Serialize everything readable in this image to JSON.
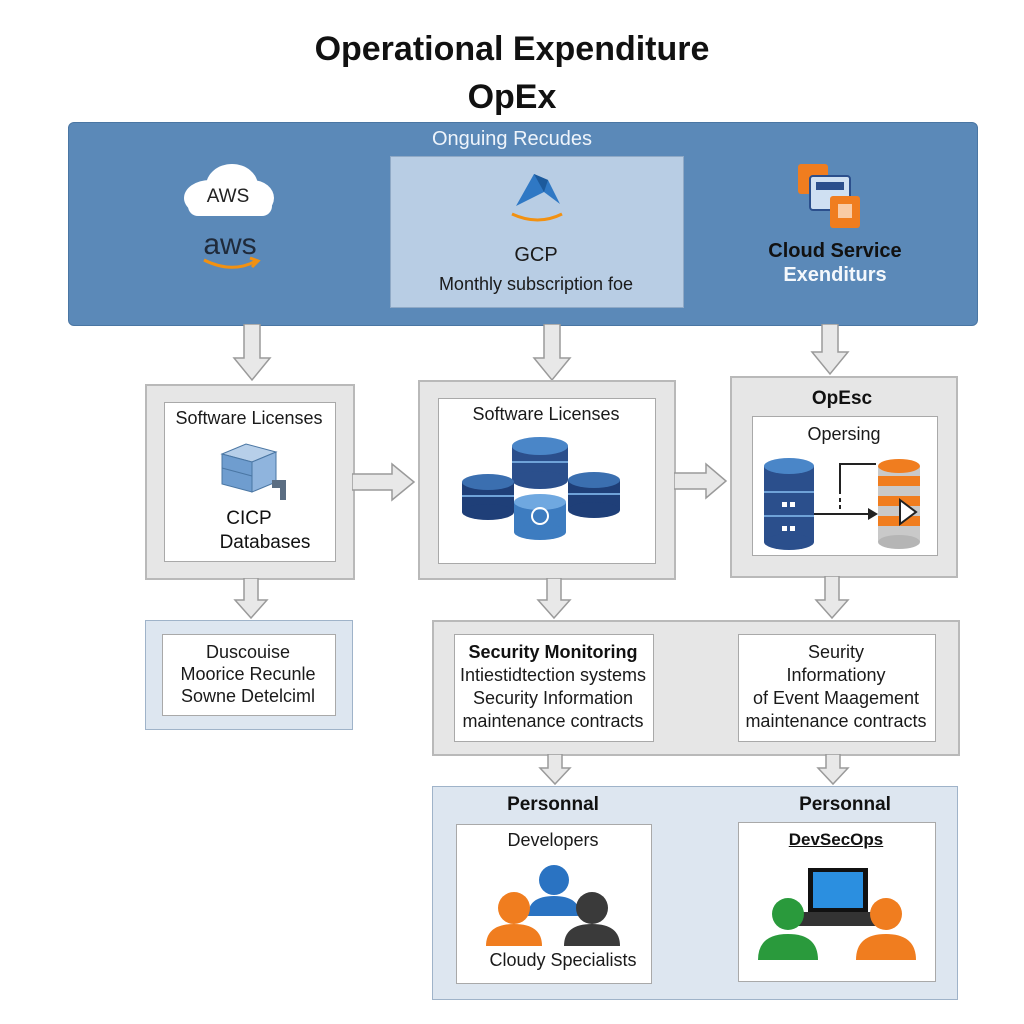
{
  "title": {
    "line1": "Operational Expenditure",
    "line2": "OpEx"
  },
  "top": {
    "header": "Onguing Recudes",
    "aws_cloud_label": "AWS",
    "aws_logo_text": "aws",
    "gcp_label": "GCP",
    "gcp_sub": "Monthly subscription foe",
    "cloud_service_line1": "Cloud Service",
    "cloud_service_line2": "Exenditurs"
  },
  "row2": {
    "left": {
      "top_label": "Software Licenses",
      "bottom_line1": "CICP",
      "bottom_line2": "Databases"
    },
    "middle": {
      "label": "Software Licenses"
    },
    "right": {
      "outer_label": "OpEsc",
      "inner_label": "Opersing"
    }
  },
  "row3": {
    "left": {
      "line1": "Duscouise",
      "line2": "Moorice Recunle",
      "line3": "Sowne Detelciml"
    },
    "middle": {
      "title": "Security Monitoring",
      "line1": "Intiestidtection systems",
      "line2": "Security Information",
      "line3": "maintenance contracts"
    },
    "right": {
      "line1": "Seurity",
      "line2": "Informationy",
      "line3": "of Event Maagement",
      "line4": "maintenance contracts"
    }
  },
  "row4": {
    "left": {
      "header": "Personnal",
      "label": "Developers",
      "footer": "Cloudy Specialists"
    },
    "right": {
      "header": "Personnal",
      "label": "DevSecOps"
    }
  },
  "colors": {
    "band": "#5b89b8",
    "aws_orange": "#f29111",
    "db_dark": "#2b4f8c",
    "db_light": "#4a86c8",
    "person_orange": "#f07d1f",
    "person_blue": "#2a73c2",
    "person_dark": "#3a3a3a",
    "person_green": "#2a9a3c"
  }
}
